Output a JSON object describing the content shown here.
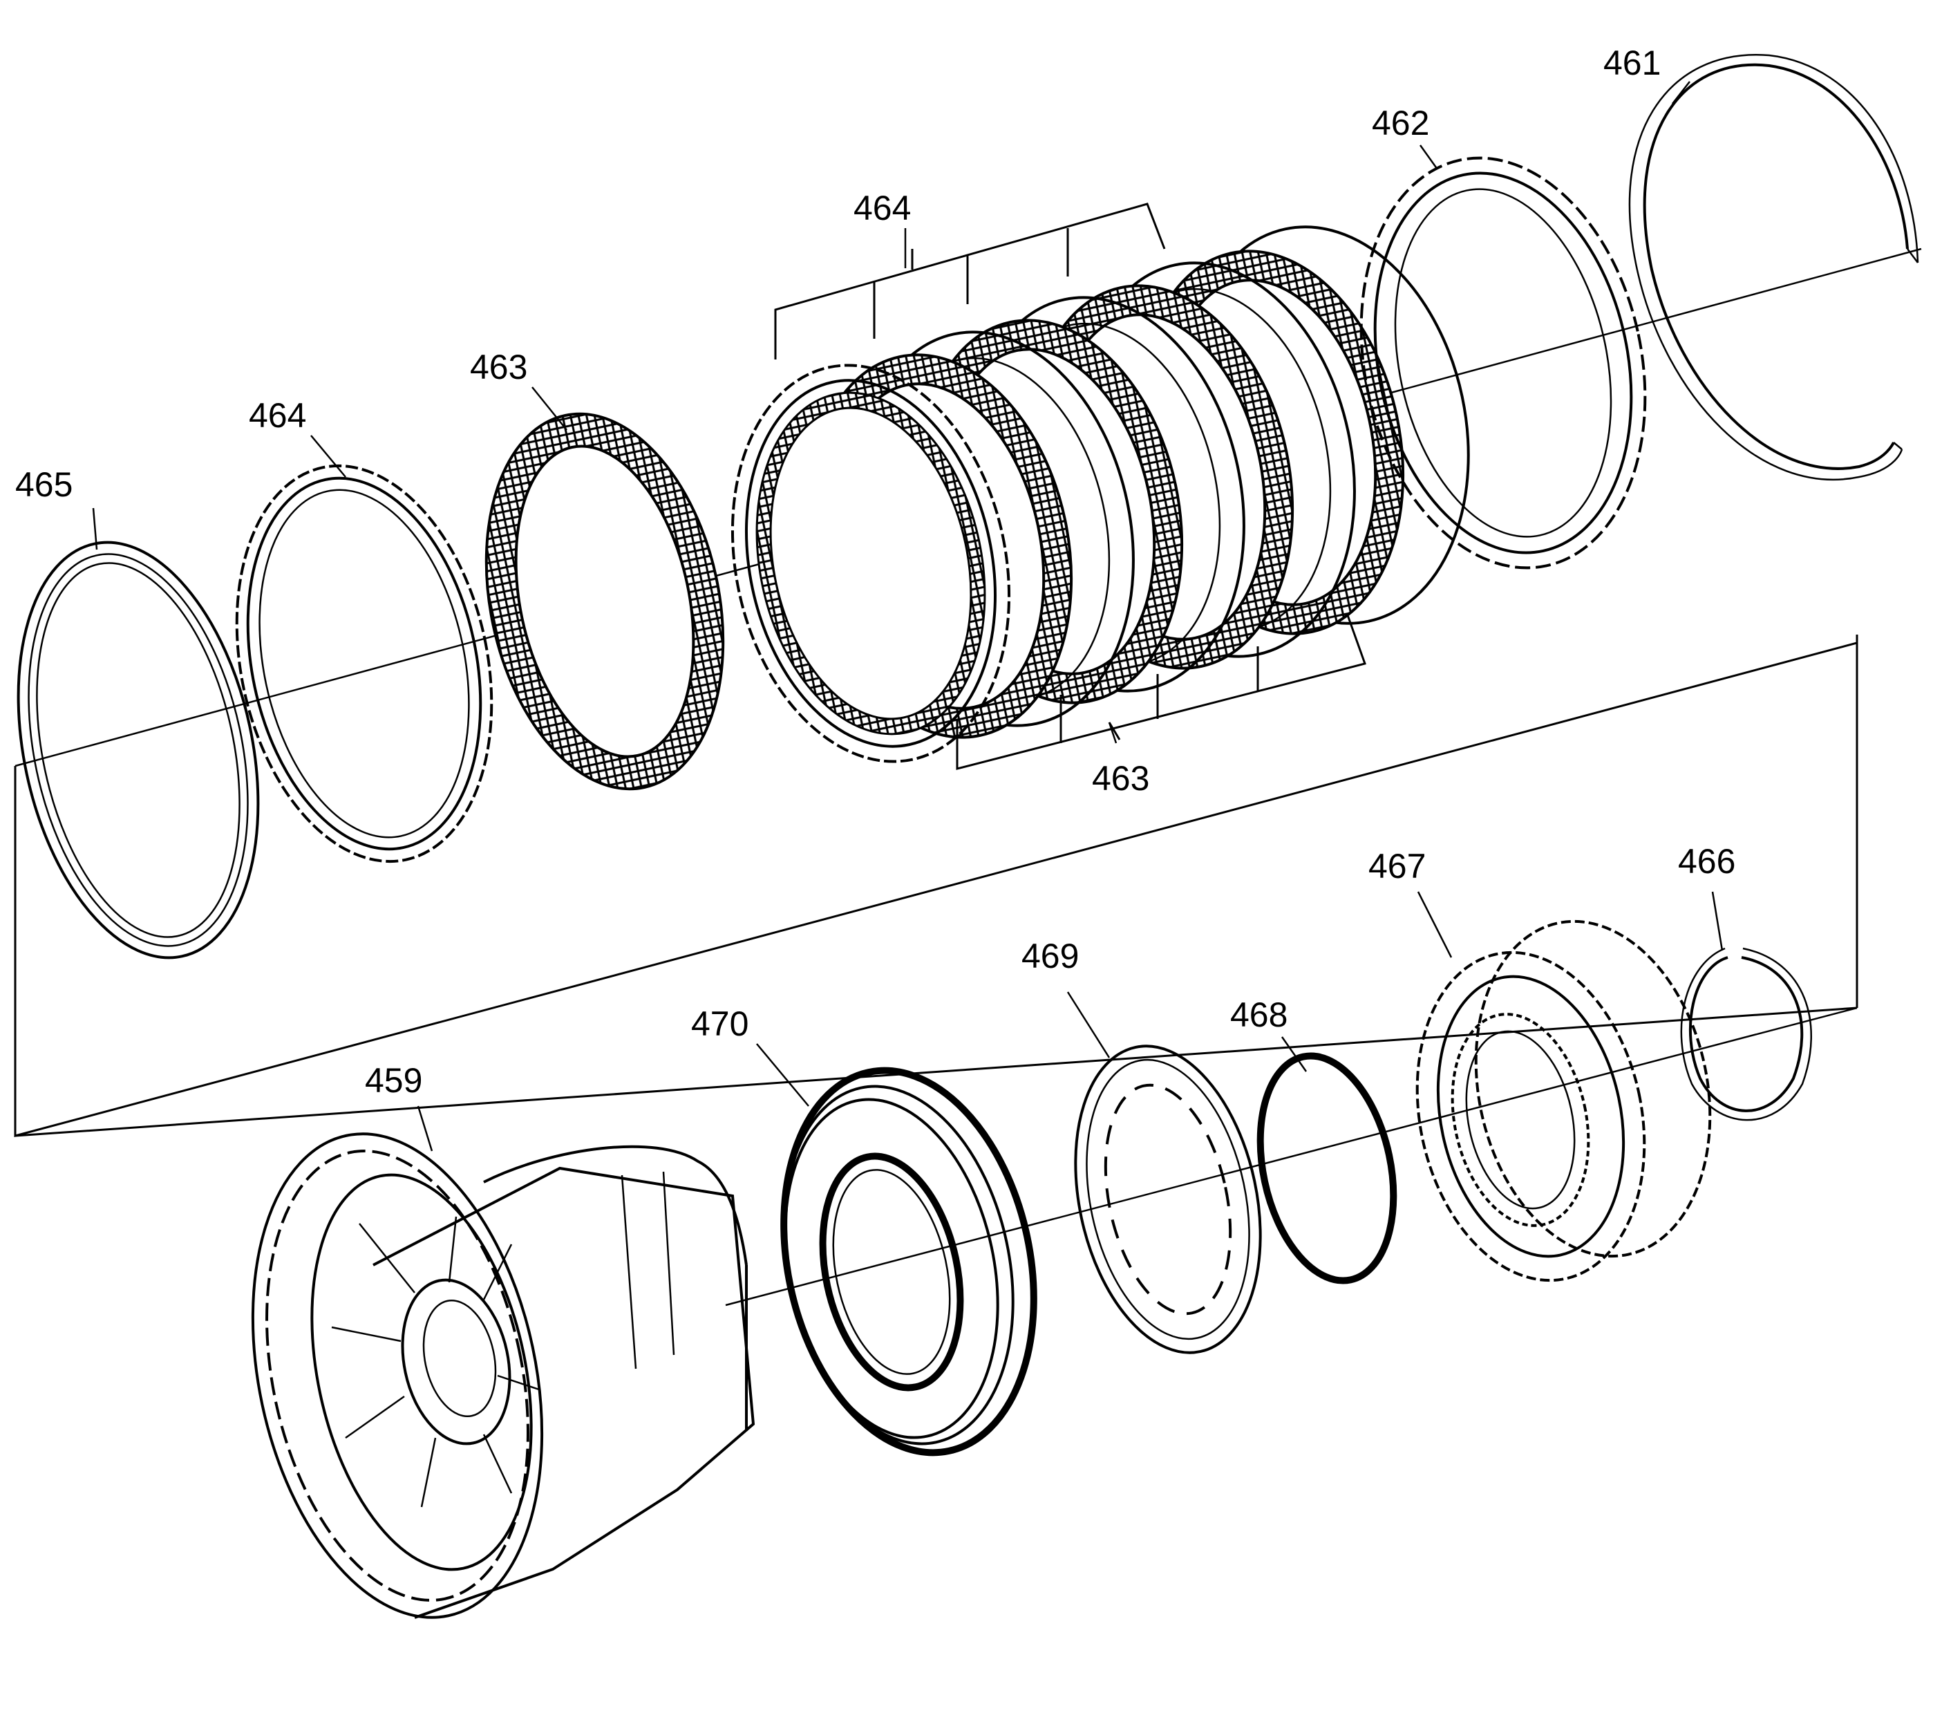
{
  "callouts": {
    "c461": "461",
    "c462": "462",
    "c464_top": "464",
    "c463_top": "463",
    "c464_left": "464",
    "c465": "465",
    "c463_bottom": "463",
    "c467": "467",
    "c466": "466",
    "c469": "469",
    "c468": "468",
    "c470": "470",
    "c459": "459"
  },
  "colors": {
    "ink": "#000000",
    "paper": "#ffffff"
  }
}
